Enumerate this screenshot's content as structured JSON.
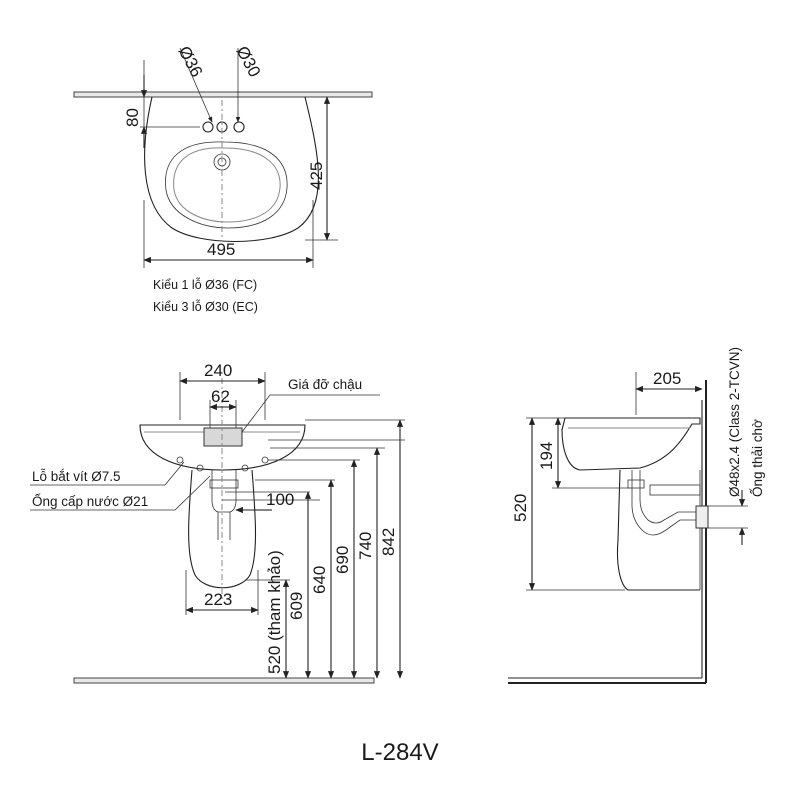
{
  "top_view": {
    "dim_80": "80",
    "dim_d36": "Ø36",
    "dim_d30": "Ø30",
    "dim_425": "425",
    "dim_495": "495",
    "note_1": "Kiểu 1 lỗ Ø36 (FC)",
    "note_2": "Kiểu 3 lỗ Ø30 (EC)"
  },
  "front_view": {
    "dim_240": "240",
    "dim_62": "62",
    "dim_100": "100",
    "dim_223": "223",
    "dim_520": "520 (tham khảo)",
    "dim_609": "609",
    "dim_640": "640",
    "dim_690": "690",
    "dim_740": "740",
    "dim_842": "842",
    "label_bracket": "Giá đỡ chậu",
    "label_screw": "Lỗ bắt vít Ø7.5",
    "label_supply": "Ống cấp nước Ø21"
  },
  "side_view": {
    "dim_205": "205",
    "dim_194": "194",
    "dim_520": "520",
    "label_pipe_spec": "Ø48x2.4 (Class 2-TCVN)",
    "label_drain": "Ống thải chờ"
  },
  "model": "L-284V"
}
